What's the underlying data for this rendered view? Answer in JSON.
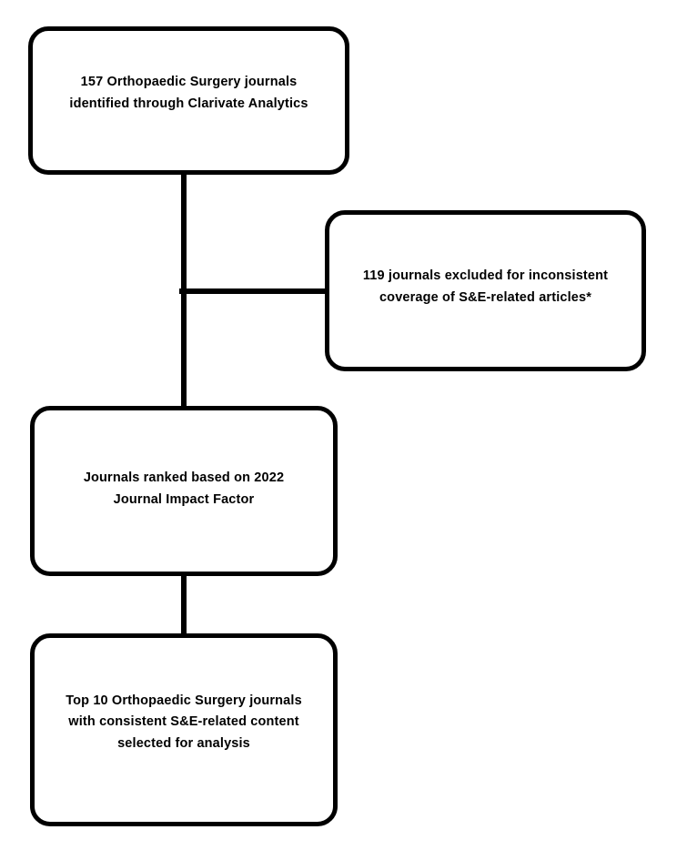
{
  "diagram": {
    "title": "Orthopaedic Surgery journal selection flowchart",
    "type": "flowchart",
    "stroke_color": "#000000",
    "fill_color": "#ffffff",
    "text_color": "#000000",
    "nodes": [
      {
        "id": "identified",
        "text": "157 Orthopaedic Surgery journals\nidentified  through Clarivate  Analytics",
        "count": 157
      },
      {
        "id": "excluded",
        "text": "119 journals  excluded  for inconsistent\ncoverage  of S&E-related  articles*",
        "count": 119
      },
      {
        "id": "ranked",
        "text": "Journals  ranked  based  on 2022\nJournal  Impact Factor",
        "count": null
      },
      {
        "id": "selected",
        "text": "Top 10 Orthopaedic  Surgery  journals\nwith consistent  S&E-related  content\nselected  for analysis",
        "count": 10
      }
    ],
    "edges": [
      {
        "id": "trunk-main",
        "from": "identified",
        "to": "ranked",
        "style": "straight-vertical"
      },
      {
        "id": "branch-excluded",
        "from": "trunk-main",
        "to": "excluded",
        "style": "horizontal-branch"
      },
      {
        "id": "ranked-to-selected",
        "from": "ranked",
        "to": "selected",
        "style": "straight-vertical"
      }
    ]
  }
}
